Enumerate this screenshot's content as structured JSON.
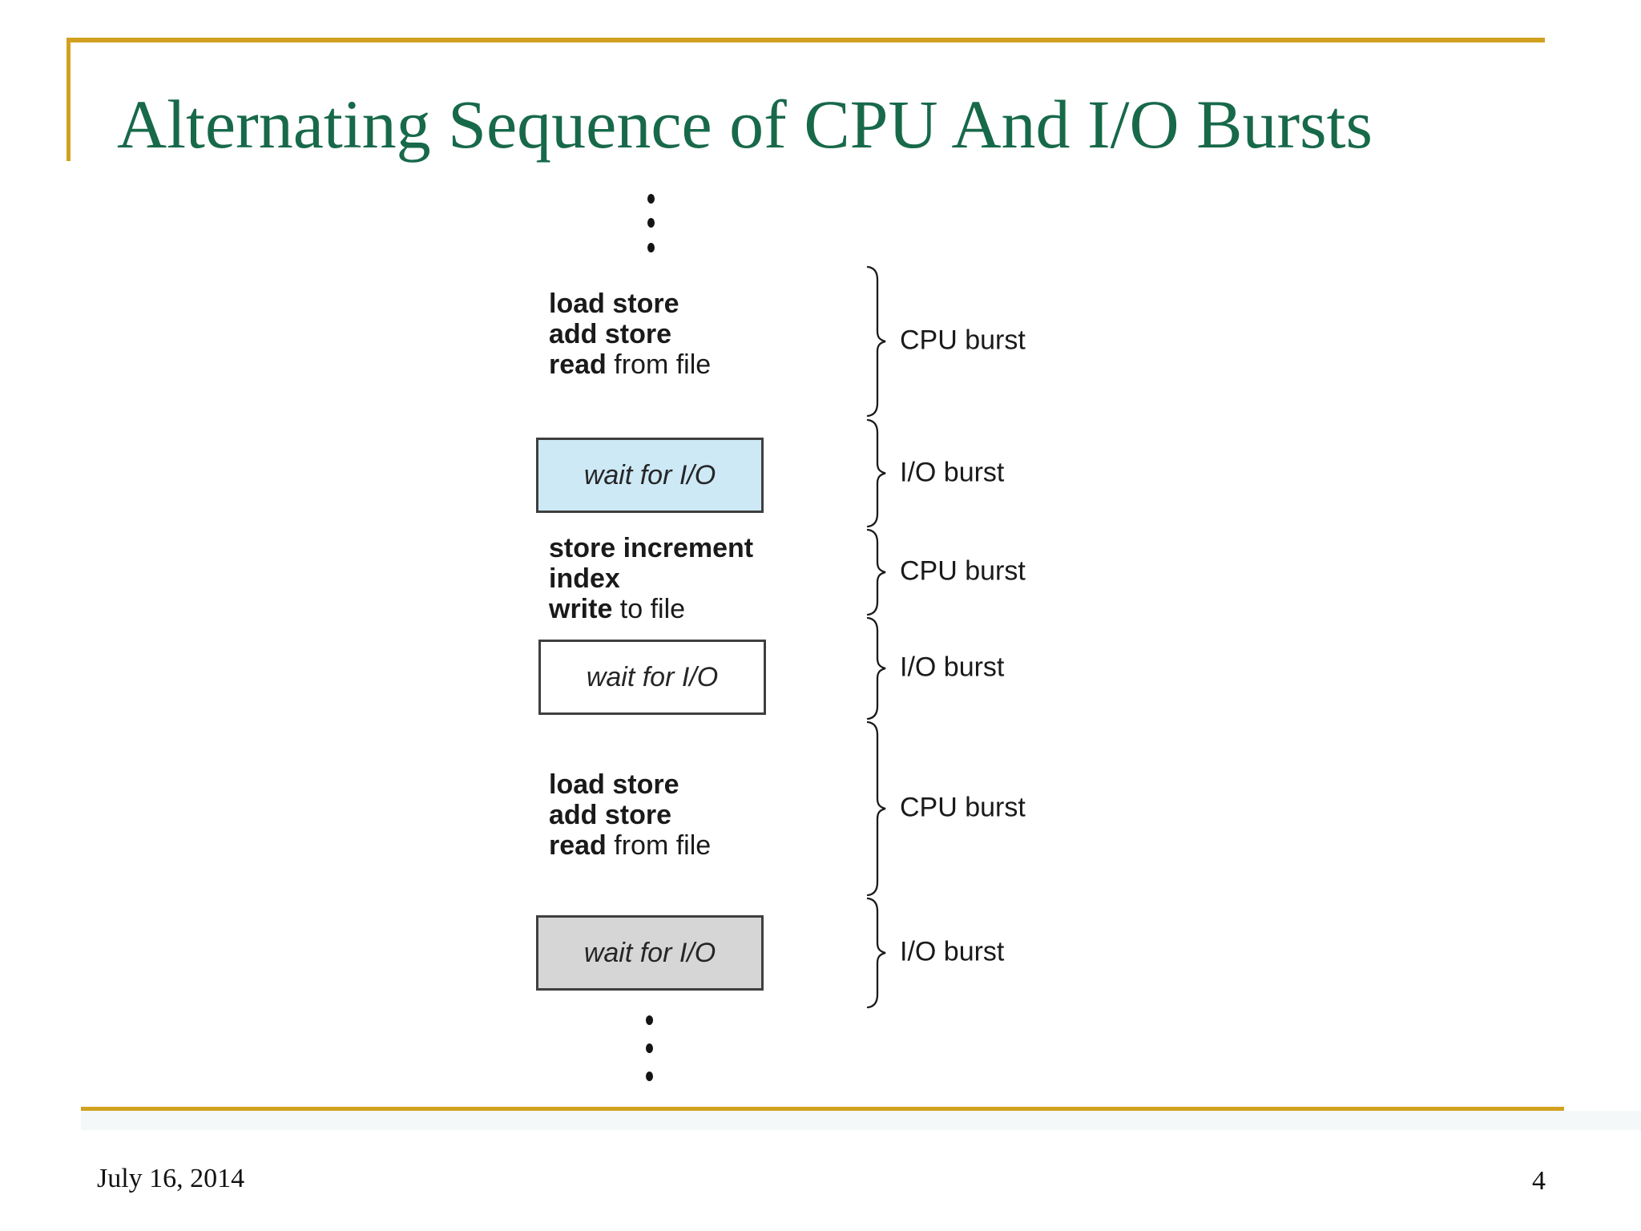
{
  "title": "Alternating Sequence of CPU And I/O Bursts",
  "footer": {
    "date": "July 16, 2014",
    "page_number": "4"
  },
  "colors": {
    "accent_gold": "#D1A11F",
    "title_green": "#17694A",
    "ink": "#1A1A1A",
    "box_border": "#3F3F3F",
    "box_blue_fill": "#CDE9F6",
    "box_white_fill": "#FFFFFF",
    "box_gray_fill": "#D6D6D6"
  },
  "diagram": {
    "top_ellipsis_dots": 3,
    "bottom_ellipsis_dots": 3,
    "instruction_blocks": [
      {
        "lines": [
          {
            "bold": "load store",
            "rest": ""
          },
          {
            "bold": "add store",
            "rest": ""
          },
          {
            "bold": "read",
            "rest": " from file"
          }
        ]
      },
      {
        "lines": [
          {
            "bold": "store increment",
            "rest": ""
          },
          {
            "bold": "index",
            "rest": ""
          },
          {
            "bold": "write",
            "rest": " to file"
          }
        ]
      },
      {
        "lines": [
          {
            "bold": "load store",
            "rest": ""
          },
          {
            "bold": "add store",
            "rest": ""
          },
          {
            "bold": "read",
            "rest": " from file"
          }
        ]
      }
    ],
    "wait_boxes": [
      {
        "label": "wait for I/O",
        "fill": "blue"
      },
      {
        "label": "wait for I/O",
        "fill": "white"
      },
      {
        "label": "wait for I/O",
        "fill": "gray"
      }
    ],
    "braces": [
      {
        "label": "CPU burst"
      },
      {
        "label": "I/O burst"
      },
      {
        "label": "CPU burst"
      },
      {
        "label": "I/O burst"
      },
      {
        "label": "CPU burst"
      },
      {
        "label": "I/O burst"
      }
    ]
  }
}
